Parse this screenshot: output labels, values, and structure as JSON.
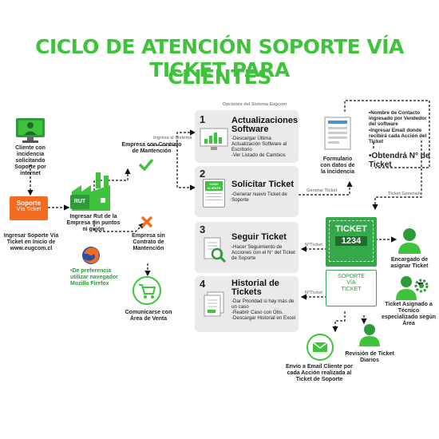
{
  "title": {
    "line1": "CICLO DE ATENCIÓN SOPORTE VÍA TICKET PARA",
    "line2": "CLIENTES"
  },
  "left": {
    "client": "Cliente con incidencia solicitando Soporte por internet",
    "soporte_badge": {
      "line1": "Soporte",
      "line2": "Vía Ticket"
    },
    "ingresar": "Ingresar Soporte Vía Ticket en Inicio de www.eugcom.cl",
    "rut_badge": "RUT",
    "rut_label": "Ingresar Rut de la Empresa sin puntos ni guión",
    "firefox_note": "•De preferencia utilizar navegador Mozilla Firefox",
    "con_contrato": "Empresa con Contrato de Mantención",
    "sin_contrato": "Empresa sin Contrato de Mantención",
    "comunicarse": "Comunicarse con Área de Venta"
  },
  "arrows": {
    "ingresa_sistema": "Ingresa al Sistema",
    "generar_ticket": "Generar Ticket",
    "ticket_generado": "Ticket Generado",
    "nticket1": "N°Ticket",
    "nticket2": "N°Ticket"
  },
  "center": {
    "header": "Opciones del Sistema Eugcom",
    "panels": [
      {
        "num": "1",
        "title": "Actualizaciones Software",
        "desc": "-Descargar Última Actualización Software al Escritorio\n-Ver Listado de Cambios"
      },
      {
        "num": "2",
        "title": "Solicitar Ticket",
        "desc": "-Generar nuevo Ticket de Soporte",
        "icon_text": "CASO CLIENTE"
      },
      {
        "num": "3",
        "title": "Seguir Ticket",
        "desc": "-Hacer Seguimiento de Acciones con el N° del Ticket de Soporte"
      },
      {
        "num": "4",
        "title": "Historial de Tickets",
        "desc": "-Dar Prioridad si hay más de un caso\n-Reabrir Caso con Obs.\n-Descargar Historial en Excel"
      }
    ]
  },
  "right": {
    "formulario": "Formulario con datos de la incidencia",
    "box_notes": "•Nombre de Contacto ingresado por Vendedor del software\n•Ingresar Email donde recibirá cada Acción del Ticket",
    "box_bold": "•Obtendrá N° de Ticket",
    "ticket_word": "TICKET",
    "ticket_number": "1234",
    "ticket_stub": {
      "line1": "SOPORTE",
      "line2": "VÍA",
      "line3": "TICKET"
    },
    "encargado": "Encargado de asignar Ticket",
    "asignado": "Ticket Asignado a Técnico especializado según Área",
    "revision": "Revisión de Ticket Diarios",
    "email": "Envío a Email Cliente por cada Acción realizada al Ticket de Soporte"
  },
  "colors": {
    "green": "#3fc33a",
    "dark_green": "#2e9a3a",
    "ticket_green": "#34a84a",
    "orange": "#f26b21",
    "panel_gray": "#eaeaea"
  }
}
